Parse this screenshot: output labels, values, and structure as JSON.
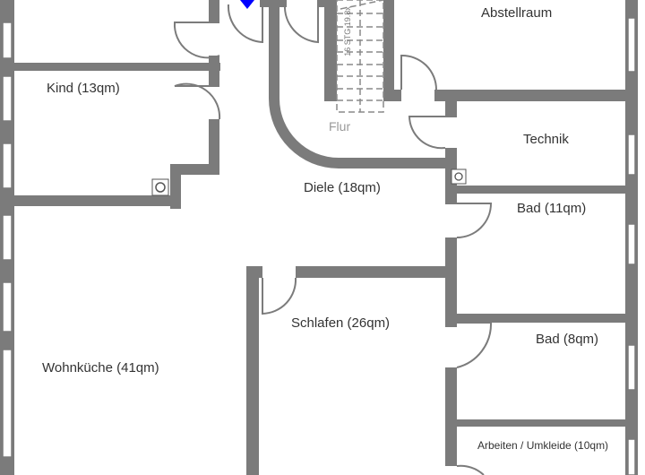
{
  "rooms": {
    "abstellraum": "Abstellraum",
    "kind": "Kind (13qm)",
    "technik": "Technik",
    "flur": "Flur",
    "diele": "Diele (18qm)",
    "bad1": "Bad (11qm)",
    "schlafen": "Schlafen (26qm)",
    "bad2": "Bad (8qm)",
    "wohnkueche": "Wohnküche (41qm)",
    "arbeiten": "Arbeiten / Umkleide (10qm)"
  },
  "stair_label": "16 STG 19.8x",
  "colors": {
    "wall": "#7b7b7b",
    "marker": "#0000ff"
  }
}
